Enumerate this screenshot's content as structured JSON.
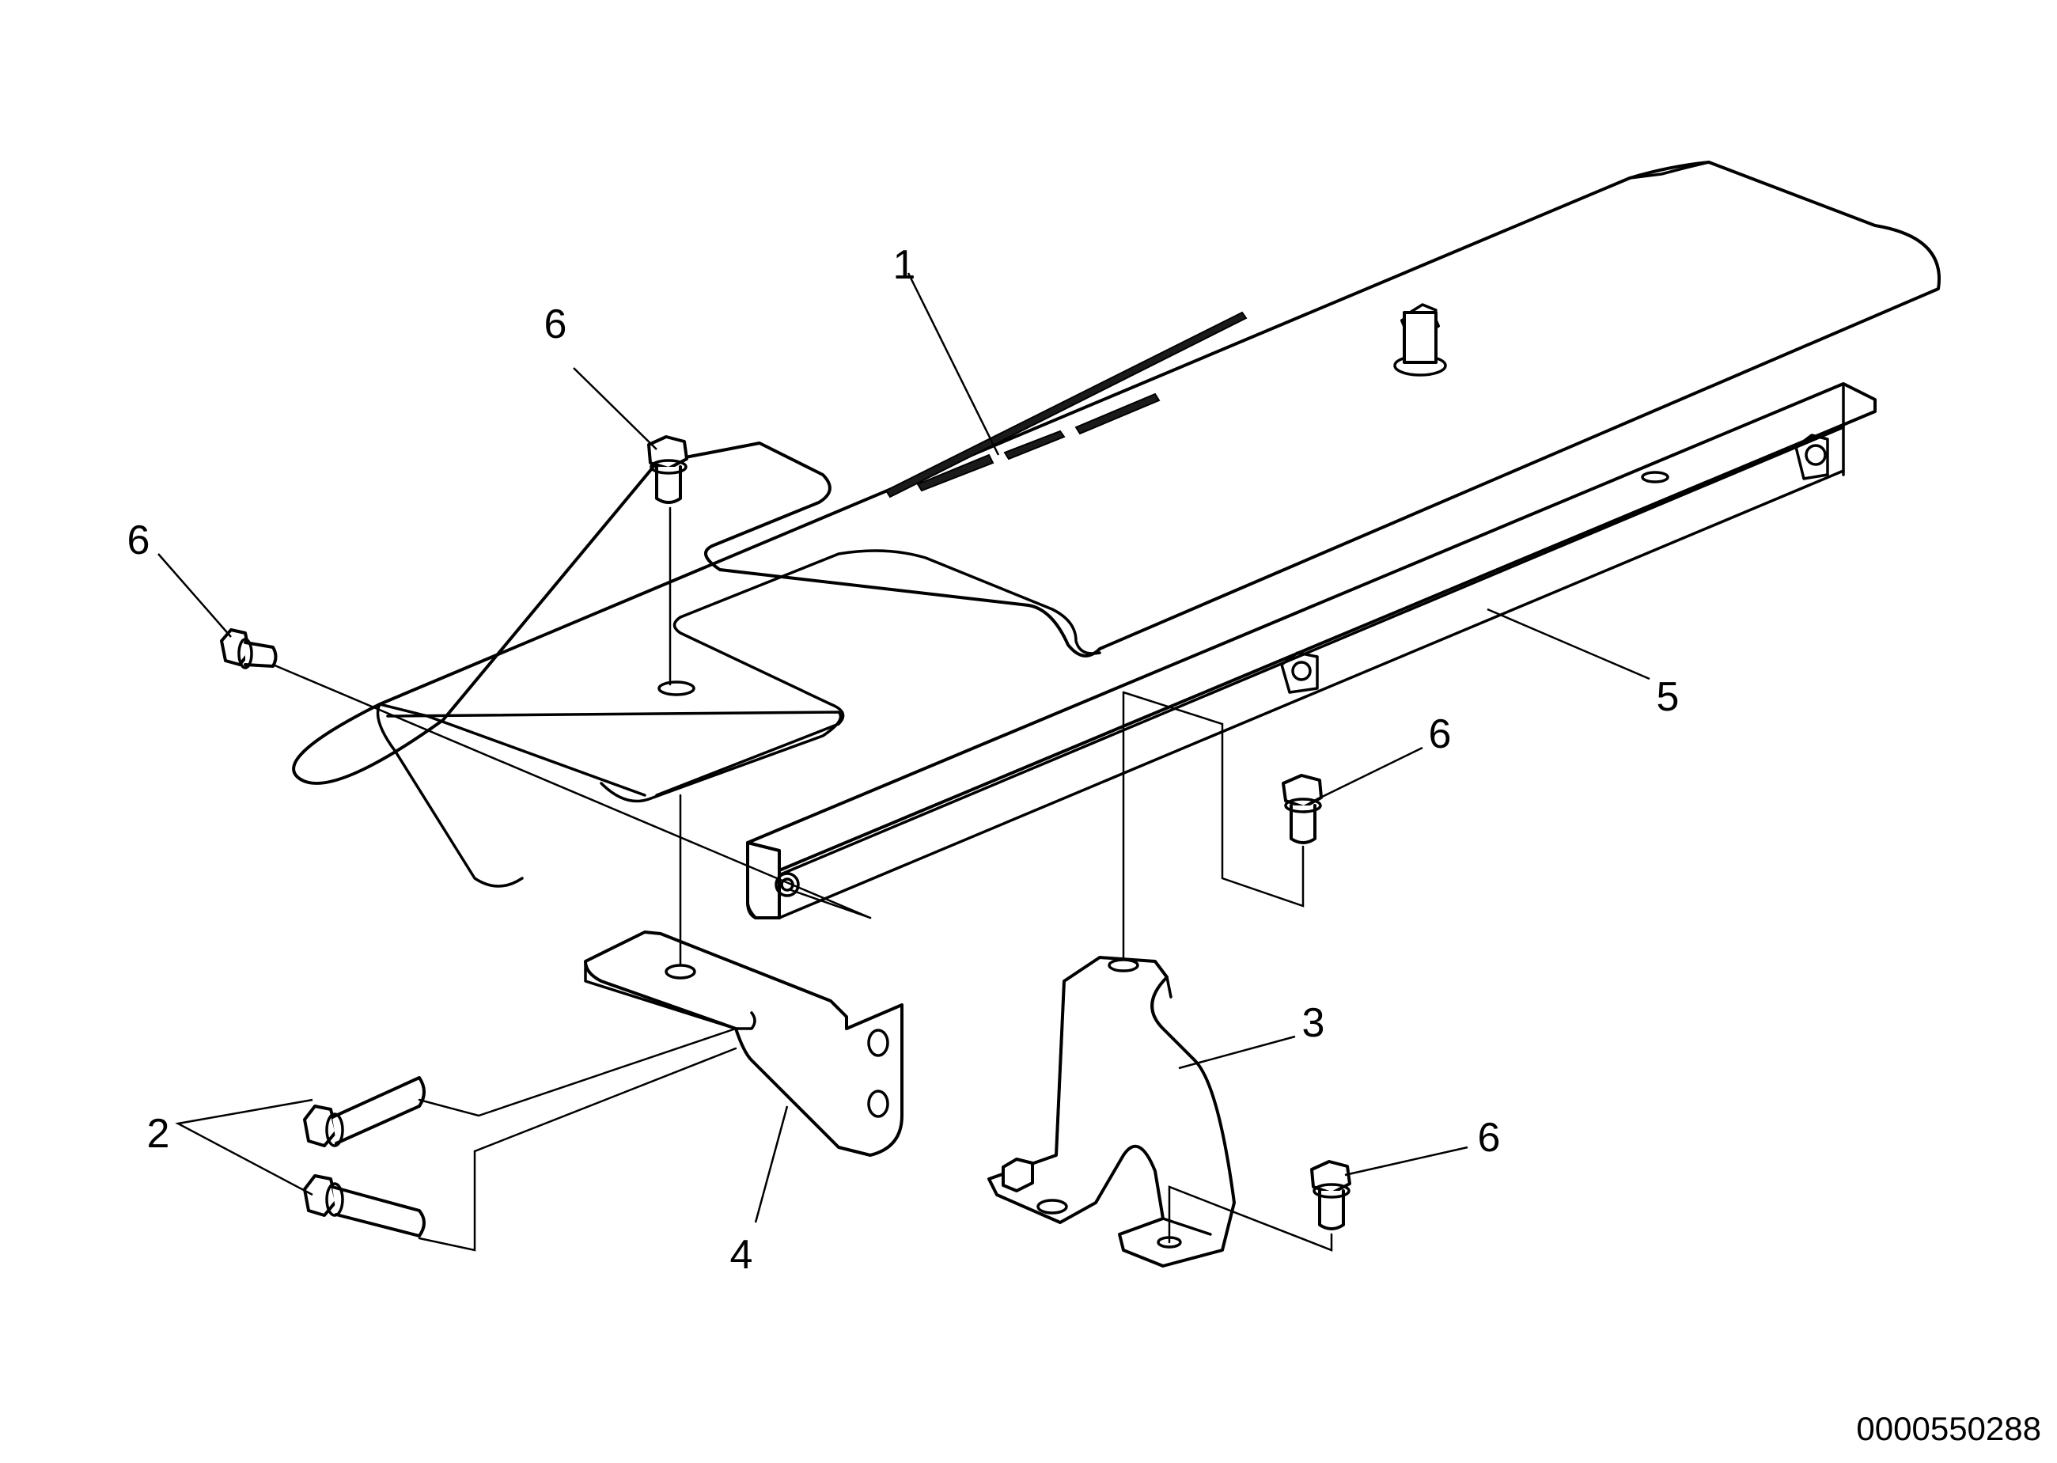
{
  "diagram": {
    "callouts": [
      {
        "id": "c1",
        "label": "1"
      },
      {
        "id": "c2",
        "label": "2"
      },
      {
        "id": "c3",
        "label": "3"
      },
      {
        "id": "c4",
        "label": "4"
      },
      {
        "id": "c5",
        "label": "5"
      },
      {
        "id": "c6a",
        "label": "6"
      },
      {
        "id": "c6b",
        "label": "6"
      },
      {
        "id": "c6c",
        "label": "6"
      },
      {
        "id": "c6d",
        "label": "6"
      }
    ],
    "document_id": "0000550288"
  }
}
